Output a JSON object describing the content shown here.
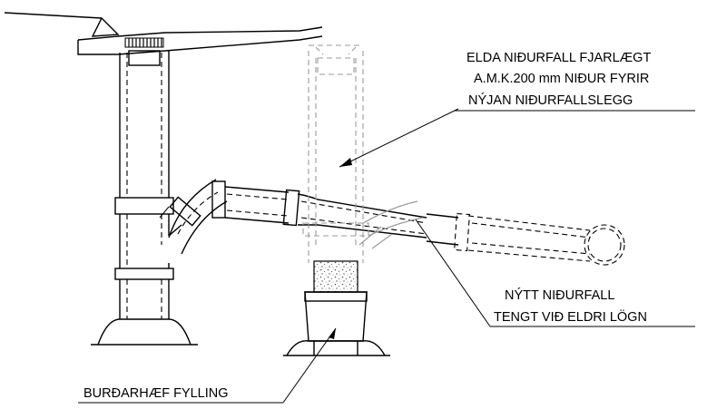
{
  "labels": {
    "old_drain_removed_line1": "ELDA NIÐURFALL FJARLÆGT",
    "old_drain_removed_line2": "A.M.K.200 mm NIÐUR FYRIR",
    "old_drain_removed_line3": "NÝJAN NIÐURFALLSLEGG",
    "new_drain_line1": "NÝTT NIÐURFALL",
    "new_drain_line2": "TENGT VIÐ ELDRI LÖGN",
    "load_bearing_fill": "BURÐARHÆF FYLLING"
  },
  "colors": {
    "line": "#000000",
    "removed_part": "#9a9a9a",
    "background": "#ffffff"
  }
}
